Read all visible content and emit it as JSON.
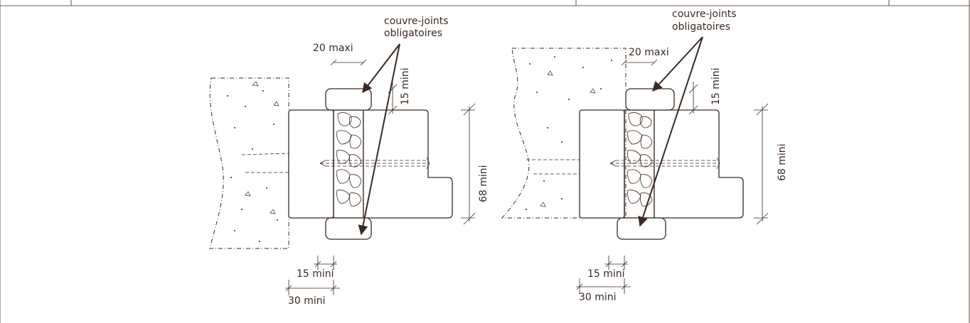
{
  "left_detail": {
    "callout": [
      "couvre-joints",
      "obligatoires"
    ],
    "gap_width": "20 maxi",
    "cover_overlap": "15 mini",
    "frame_depth": "68 mini",
    "overlap_bottom": "15 mini",
    "cover_width": "30 mini"
  },
  "right_detail": {
    "callout": [
      "couvre-joints",
      "obligatoires"
    ],
    "gap_width": "20 maxi",
    "cover_overlap": "15 mini",
    "frame_depth": "68 mini",
    "overlap_bottom": "15 mini",
    "cover_width": "30 mini"
  }
}
